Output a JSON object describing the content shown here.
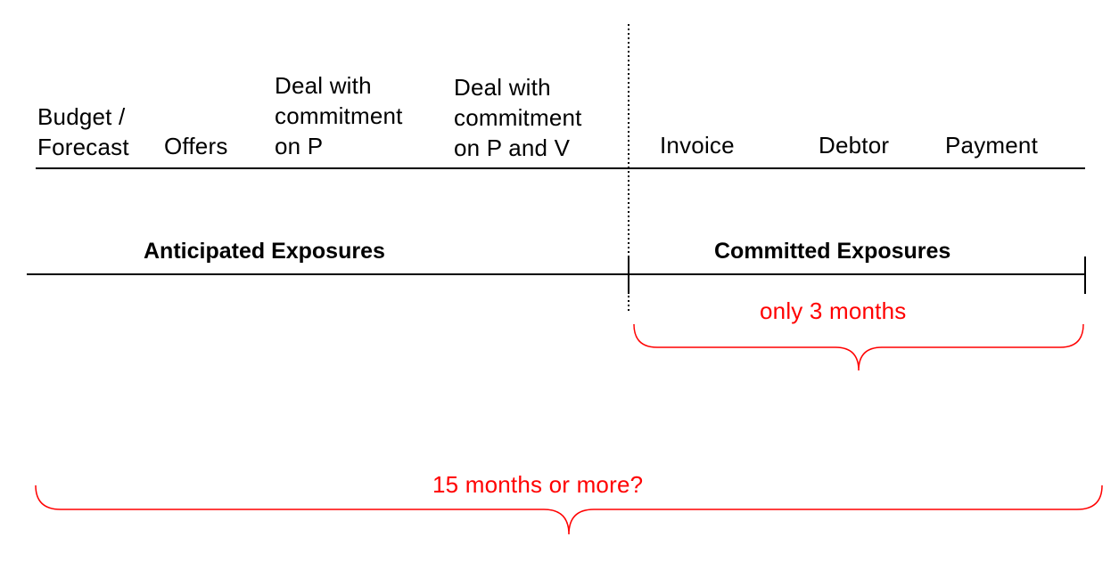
{
  "stages": {
    "budget": "Budget /\nForecast",
    "offers": "Offers",
    "deal_p": "Deal with\ncommitment\non P",
    "deal_pv": "Deal with\ncommitment\non P and V",
    "invoice": "Invoice",
    "debtor": "Debtor",
    "payment": "Payment"
  },
  "sections": {
    "anticipated": "Anticipated Exposures",
    "committed": "Committed Exposures"
  },
  "annotations": {
    "short_span": "only 3 months",
    "long_span": "15 months or more?"
  },
  "colors": {
    "text": "#000000",
    "annotation": "#ff0000"
  }
}
